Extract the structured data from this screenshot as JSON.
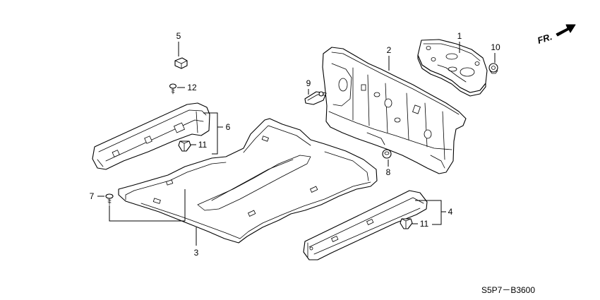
{
  "callouts": [
    "5",
    "1",
    "10",
    "2",
    "12",
    "9",
    "6",
    "11",
    "8",
    "7",
    "4",
    "11",
    "3"
  ],
  "direction_label": "FR.",
  "diagram_code": "S5P7－B3600",
  "colors": {
    "line": "#000000",
    "background": "#ffffff"
  }
}
